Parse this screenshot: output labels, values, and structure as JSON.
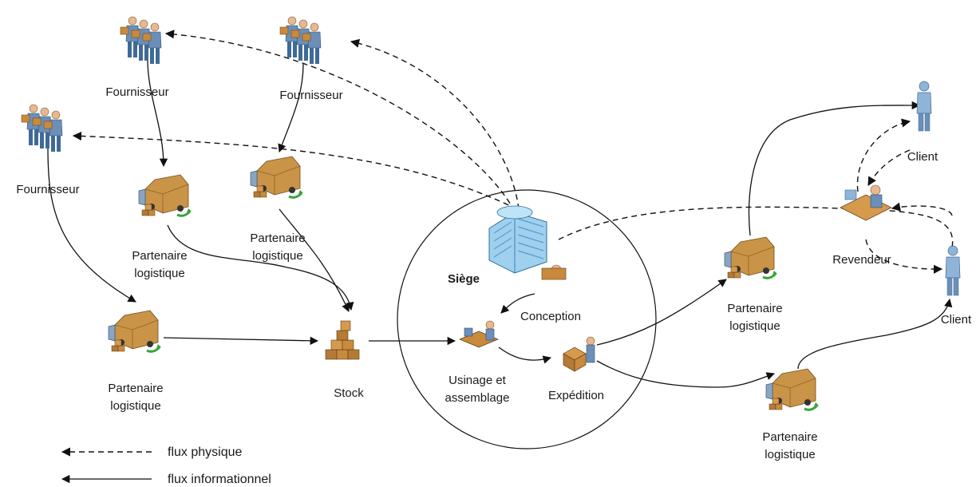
{
  "nodes": {
    "fournisseur_1": "Fournisseur",
    "fournisseur_2": "Fournisseur",
    "fournisseur_3": "Fournisseur",
    "partenaire_1": [
      "Partenaire",
      "logistique"
    ],
    "partenaire_2": [
      "Partenaire",
      "logistique"
    ],
    "partenaire_3": [
      "Partenaire",
      "logistique"
    ],
    "partenaire_4": [
      "Partenaire",
      "logistique"
    ],
    "partenaire_5": [
      "Partenaire",
      "logistique"
    ],
    "stock": "Stock",
    "siege": "Siège",
    "conception": "Conception",
    "usinage": [
      "Usinage et",
      "assemblage"
    ],
    "expedition": "Expédition",
    "revendeur": "Revendeur",
    "client_1": "Client",
    "client_2": "Client"
  },
  "legend": {
    "dashed": "flux physique",
    "solid": "flux informationnel"
  }
}
